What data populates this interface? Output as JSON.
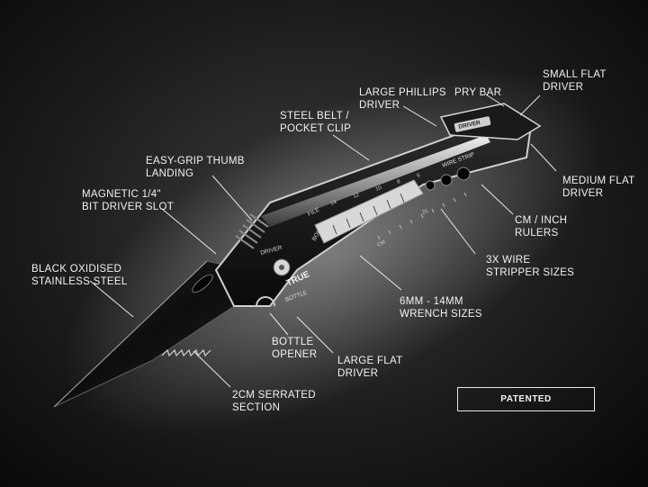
{
  "labels": {
    "small_flat_driver": [
      "SMALL FLAT",
      "DRIVER"
    ],
    "pry_bar": [
      "PRY BAR"
    ],
    "large_phillips": [
      "LARGE PHILLIPS",
      "DRIVER"
    ],
    "steel_belt_clip": [
      "STEEL BELT /",
      "POCKET CLIP"
    ],
    "easy_grip": [
      "EASY-GRIP THUMB",
      "LANDING"
    ],
    "magnetic_bit": [
      "MAGNETIC 1/4\"",
      "BIT DRIVER SLOT"
    ],
    "black_oxidised": [
      "BLACK OXIDISED",
      "STAINLESS STEEL"
    ],
    "medium_flat": [
      "MEDIUM FLAT",
      "DRIVER"
    ],
    "cm_inch": [
      "CM / INCH",
      "RULERS"
    ],
    "wire_stripper": [
      "3X WIRE",
      "STRIPPER SIZES"
    ],
    "wrench_sizes": [
      "6MM - 14MM",
      "WRENCH SIZES"
    ],
    "bottle_opener": [
      "BOTTLE",
      "OPENER"
    ],
    "large_flat": [
      "LARGE FLAT",
      "DRIVER"
    ],
    "serrated": [
      "2CM SERRATED",
      "SECTION"
    ]
  },
  "badge": {
    "text": "PATENTED"
  },
  "tool_markings": {
    "driver_top": "DRIVER",
    "wire_strip": "WIRE STRIP",
    "file": "FILE",
    "bolts": "BOLTS",
    "driver_side": "DRIVER",
    "bottle": "BOTTLE",
    "brand": "TRUE",
    "cm": "CM",
    "ruler_numbers": [
      "14",
      "12",
      "10",
      "8",
      "6"
    ],
    "ruler_21": "21"
  }
}
